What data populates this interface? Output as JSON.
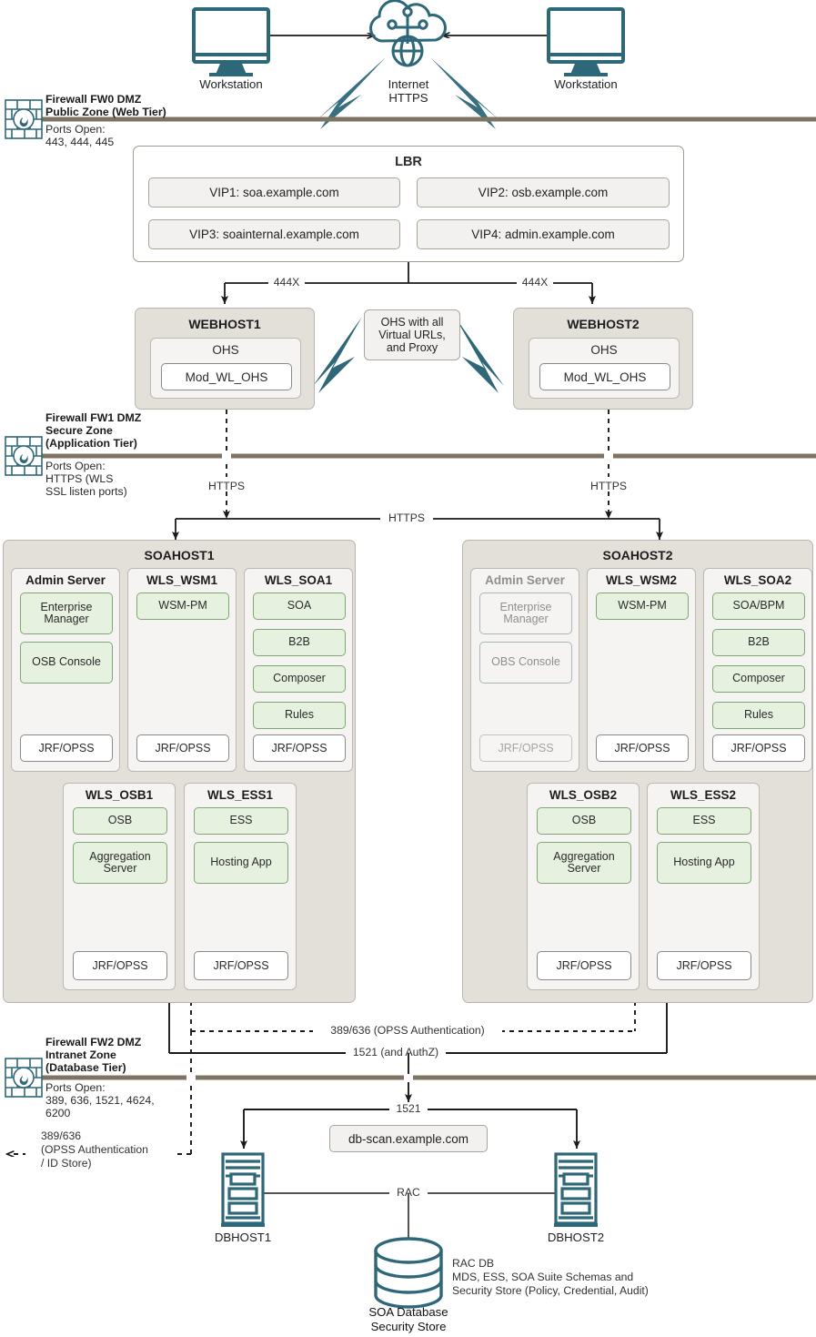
{
  "colors": {
    "teal": "#2e6878",
    "firewall_bar": "#7d7464",
    "app_green_fill": "#e6f1e0",
    "app_green_border": "#7ea873",
    "host_fill": "#e3e0da",
    "line": "#1a1a1a"
  },
  "top": {
    "workstation_left": "Workstation",
    "workstation_right": "Workstation",
    "internet_line1": "Internet",
    "internet_line2": "HTTPS"
  },
  "firewalls": [
    {
      "id": "fw0",
      "title_lines": [
        "Firewall FW0 DMZ",
        "Public Zone (Web Tier)"
      ],
      "ports_lines": [
        "Ports Open:",
        "443, 444, 445"
      ]
    },
    {
      "id": "fw1",
      "title_lines": [
        "Firewall FW1 DMZ",
        "Secure Zone",
        "(Application Tier)"
      ],
      "ports_lines": [
        "Ports Open:",
        "HTTPS (WLS",
        "SSL listen ports)"
      ]
    },
    {
      "id": "fw2",
      "title_lines": [
        "Firewall FW2 DMZ",
        "Intranet Zone",
        "(Database Tier)"
      ],
      "ports_lines": [
        "Ports Open:",
        "389, 636, 1521, 4624,",
        "6200"
      ]
    }
  ],
  "lbr": {
    "title": "LBR",
    "vips": [
      "VIP1: soa.example.com",
      "VIP2: osb.example.com",
      "VIP3: soainternal.example.com",
      "VIP4: admin.example.com"
    ]
  },
  "web_tier": {
    "link_label_left": "444X",
    "link_label_right": "444X",
    "note": "OHS with all Virtual URLs, and Proxy",
    "hosts": [
      {
        "name": "WEBHOST1",
        "ohs": "OHS",
        "module": "Mod_WL_OHS"
      },
      {
        "name": "WEBHOST2",
        "ohs": "OHS",
        "module": "Mod_WL_OHS"
      }
    ]
  },
  "app_tier_links": {
    "https_left": "HTTPS",
    "https_right": "HTTPS",
    "https_cross": "HTTPS"
  },
  "soahosts": [
    {
      "name": "SOAHOST1",
      "dim": false,
      "columns": [
        {
          "title": "Admin Server",
          "dim": true,
          "apps": [
            "Enterprise Manager",
            "OSB Console"
          ],
          "jrf": "JRF/OPSS"
        },
        {
          "title": "WLS_WSM1",
          "dim": false,
          "apps": [
            "WSM-PM"
          ],
          "jrf": "JRF/OPSS"
        },
        {
          "title": "WLS_SOA1",
          "dim": false,
          "apps": [
            "SOA",
            "B2B",
            "Composer",
            "Rules"
          ],
          "jrf": "JRF/OPSS"
        }
      ],
      "columns2": [
        {
          "title": "WLS_OSB1",
          "apps": [
            "OSB",
            "Aggregation Server"
          ],
          "jrf": "JRF/OPSS"
        },
        {
          "title": "WLS_ESS1",
          "apps": [
            "ESS",
            "Hosting App"
          ],
          "jrf": "JRF/OPSS"
        }
      ]
    },
    {
      "name": "SOAHOST2",
      "dim": true,
      "columns": [
        {
          "title": "Admin Server",
          "dim": true,
          "apps": [
            "Enterprise Manager",
            "OBS Console"
          ],
          "jrf": "JRF/OPSS"
        },
        {
          "title": "WLS_WSM2",
          "dim": false,
          "apps": [
            "WSM-PM"
          ],
          "jrf": "JRF/OPSS"
        },
        {
          "title": "WLS_SOA2",
          "dim": false,
          "apps": [
            "SOA/BPM",
            "B2B",
            "Composer",
            "Rules"
          ],
          "jrf": "JRF/OPSS"
        }
      ],
      "columns2": [
        {
          "title": "WLS_OSB2",
          "apps": [
            "OSB",
            "Aggregation Server"
          ],
          "jrf": "JRF/OPSS"
        },
        {
          "title": "WLS_ESS2",
          "apps": [
            "ESS",
            "Hosting App"
          ],
          "jrf": "JRF/OPSS"
        }
      ]
    }
  ],
  "db_tier": {
    "opss_link": "389/636 (OPSS Authentication)",
    "sql_link": "1521  (and AuthZ)",
    "idstore_lines": [
      "389/636",
      "(OPSS Authentication",
      "/ ID Store)"
    ],
    "scan_port": "1521",
    "scan_name": "db-scan.example.com",
    "rac_label": "RAC",
    "dbhost1": "DBHOST1",
    "dbhost2": "DBHOST2",
    "db_caption_lines": [
      "SOA Database",
      "Security Store"
    ],
    "db_notes": [
      "RAC DB",
      "MDS, ESS, SOA Suite Schemas and",
      "Security Store (Policy, Credential, Audit)"
    ]
  }
}
